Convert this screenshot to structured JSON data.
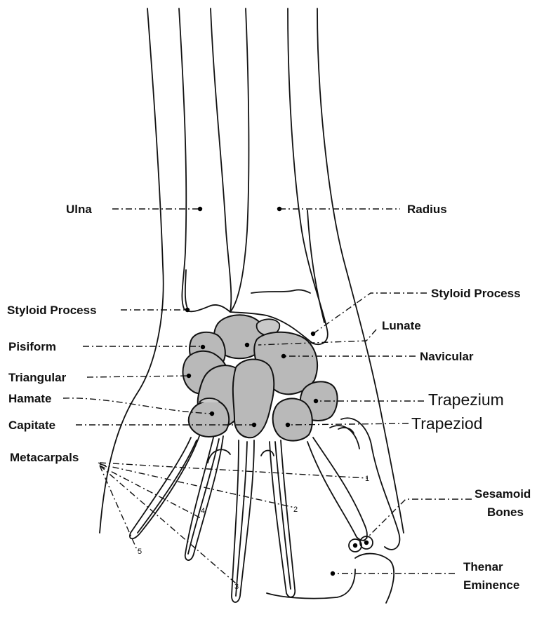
{
  "labels": {
    "ulna": "Ulna",
    "radius": "Radius",
    "styloid_left": "Styloid Process",
    "styloid_right": "Styloid Process",
    "lunate": "Lunate",
    "pisiform": "Pisiform",
    "navicular": "Navicular",
    "triangular": "Triangular",
    "hamate": "Hamate",
    "trapezium": "Trapezium",
    "capitate": "Capitate",
    "trapeziod": "Trapeziod",
    "metacarpals": "Metacarpals",
    "sesamoid_line1": "Sesamoid",
    "sesamoid_line2": "Bones",
    "thenar_line1": "Thenar",
    "thenar_line2": "Eminence"
  },
  "metacarpal_numbers": [
    "1",
    "2",
    "3",
    "4",
    "5"
  ],
  "colors": {
    "carpal_fill": "#b9b9b9",
    "line": "#111111",
    "background": "#ffffff"
  }
}
